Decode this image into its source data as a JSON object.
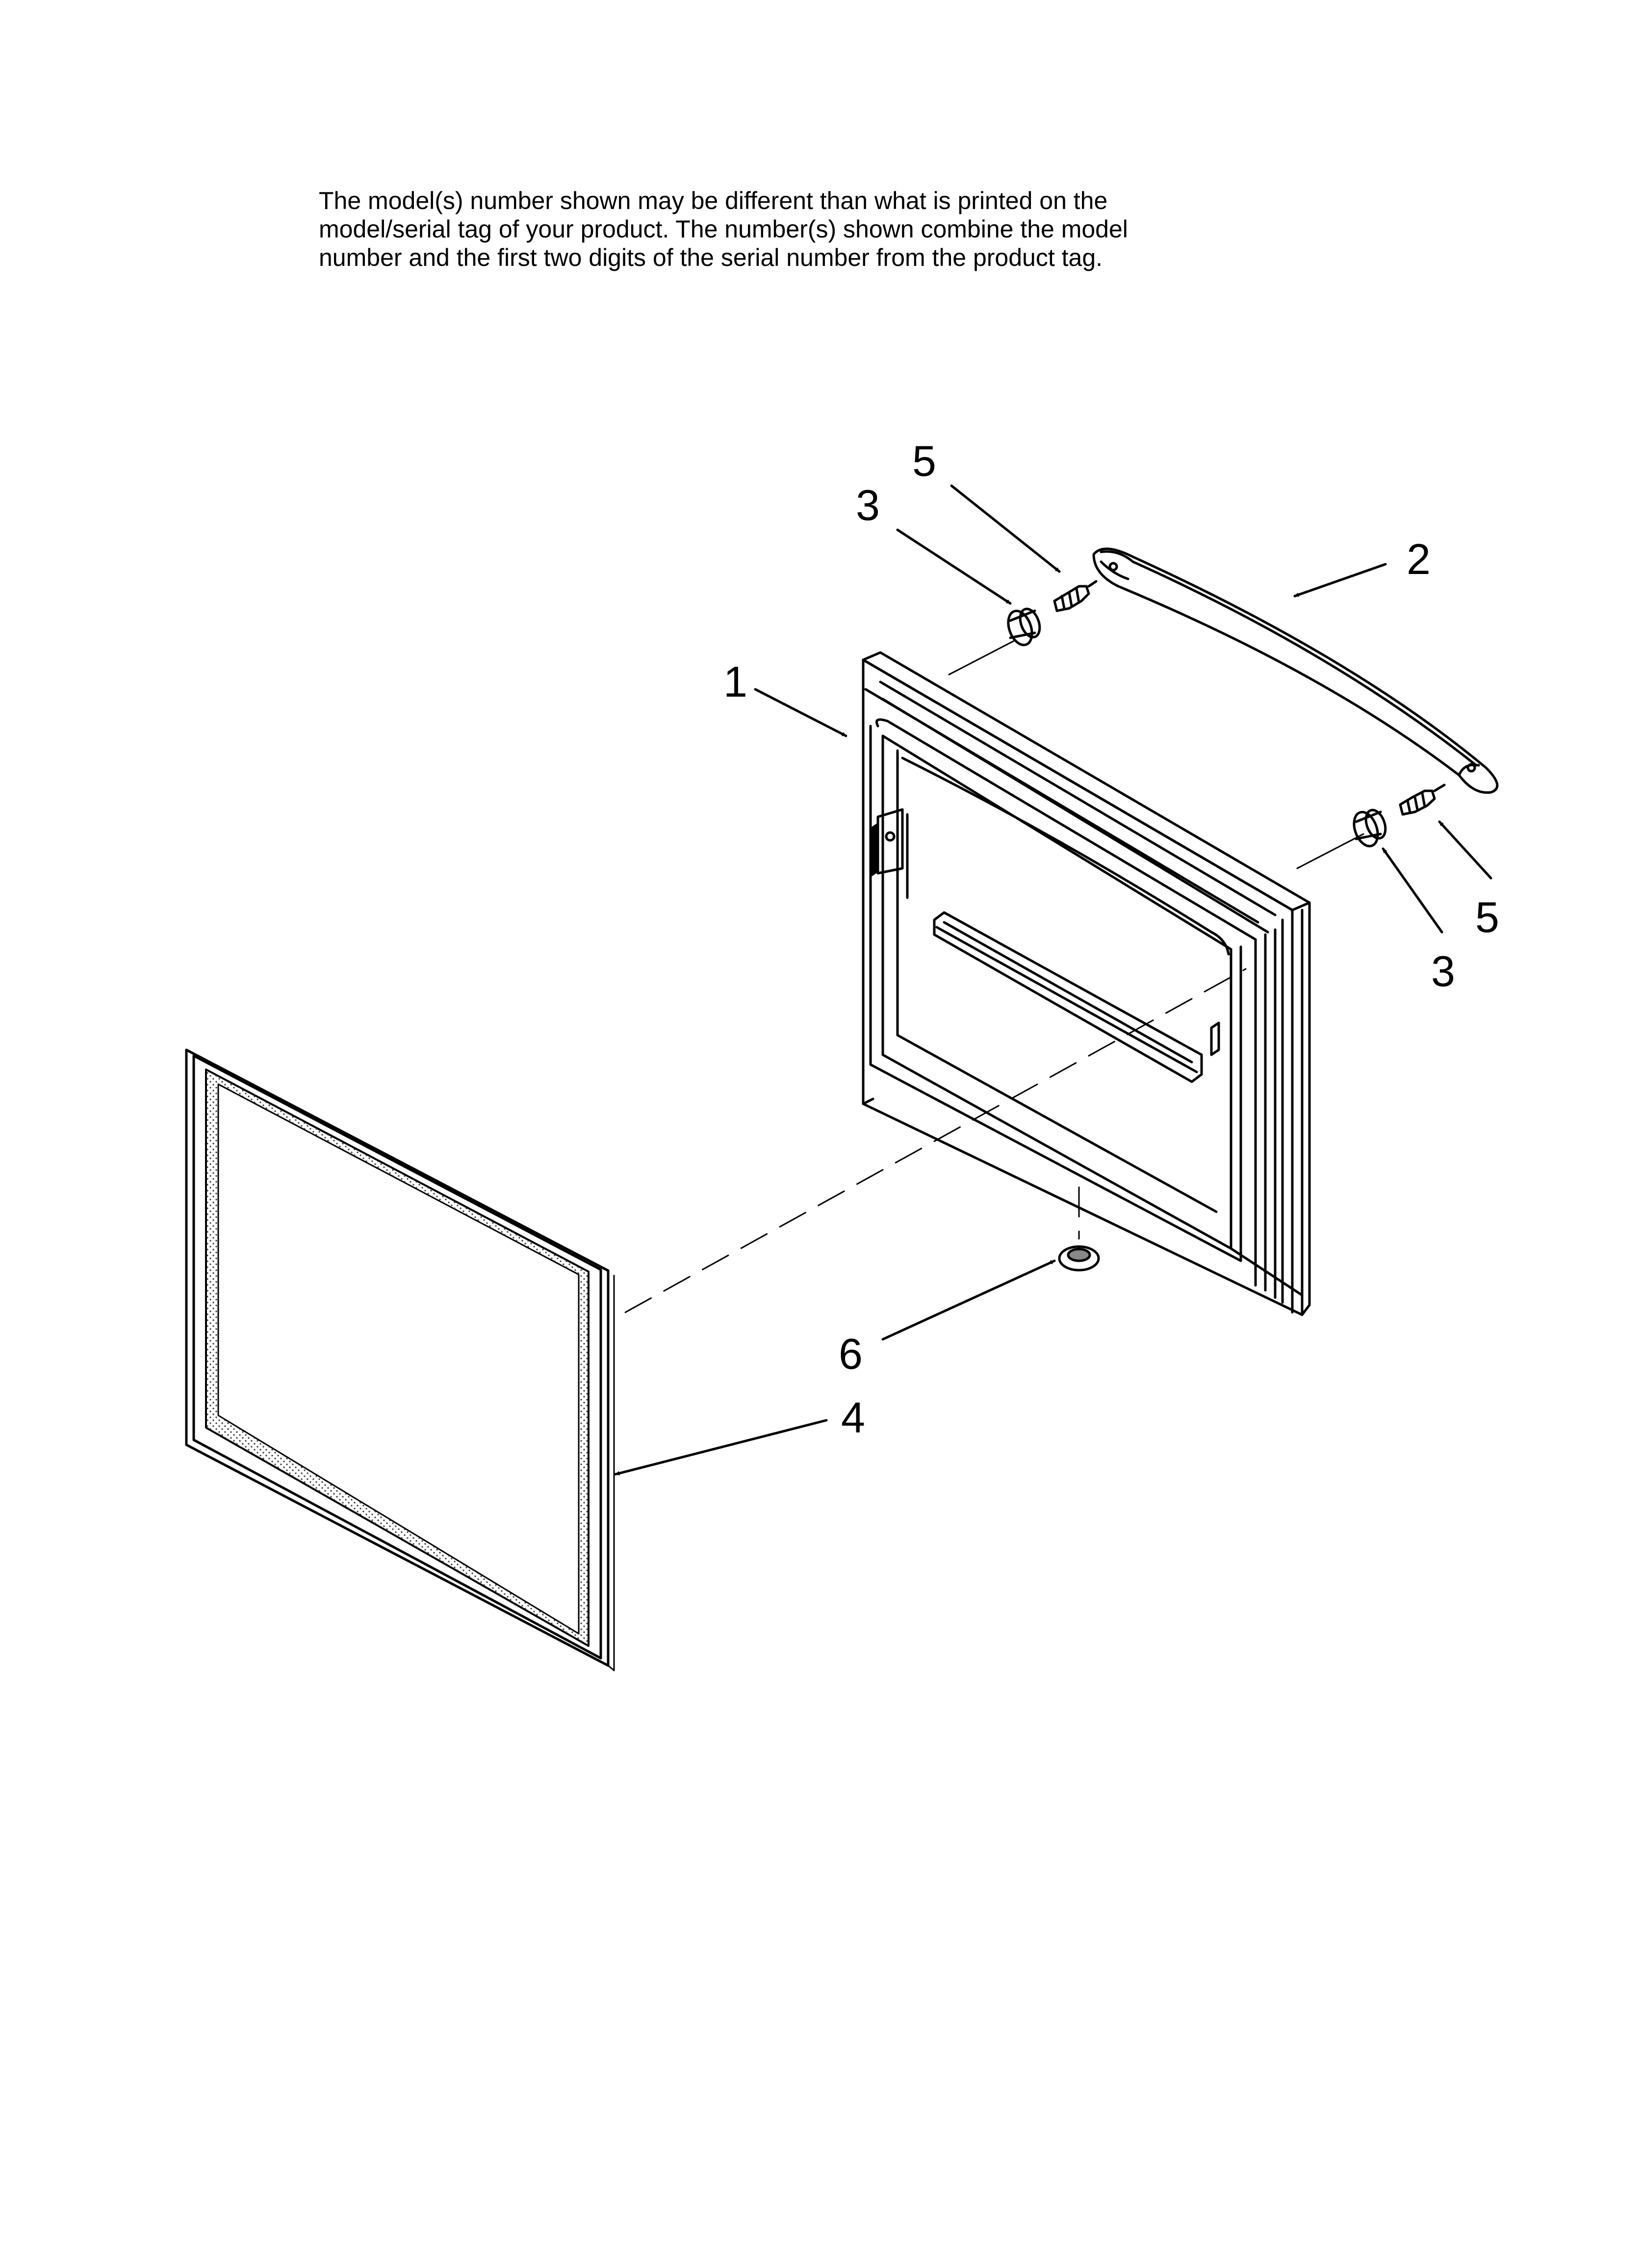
{
  "note": {
    "line1": "The model(s) number shown may be different than what is printed on the",
    "line2": "model/serial tag of your product. The number(s) shown combine the model",
    "line3": "number and the first two digits of the serial number from the product tag."
  },
  "callouts": {
    "door": "1",
    "handle": "2",
    "stud_top": "3",
    "screw_top": "5",
    "stud_right": "3",
    "screw_right": "5",
    "gasket": "4",
    "plug": "6"
  }
}
